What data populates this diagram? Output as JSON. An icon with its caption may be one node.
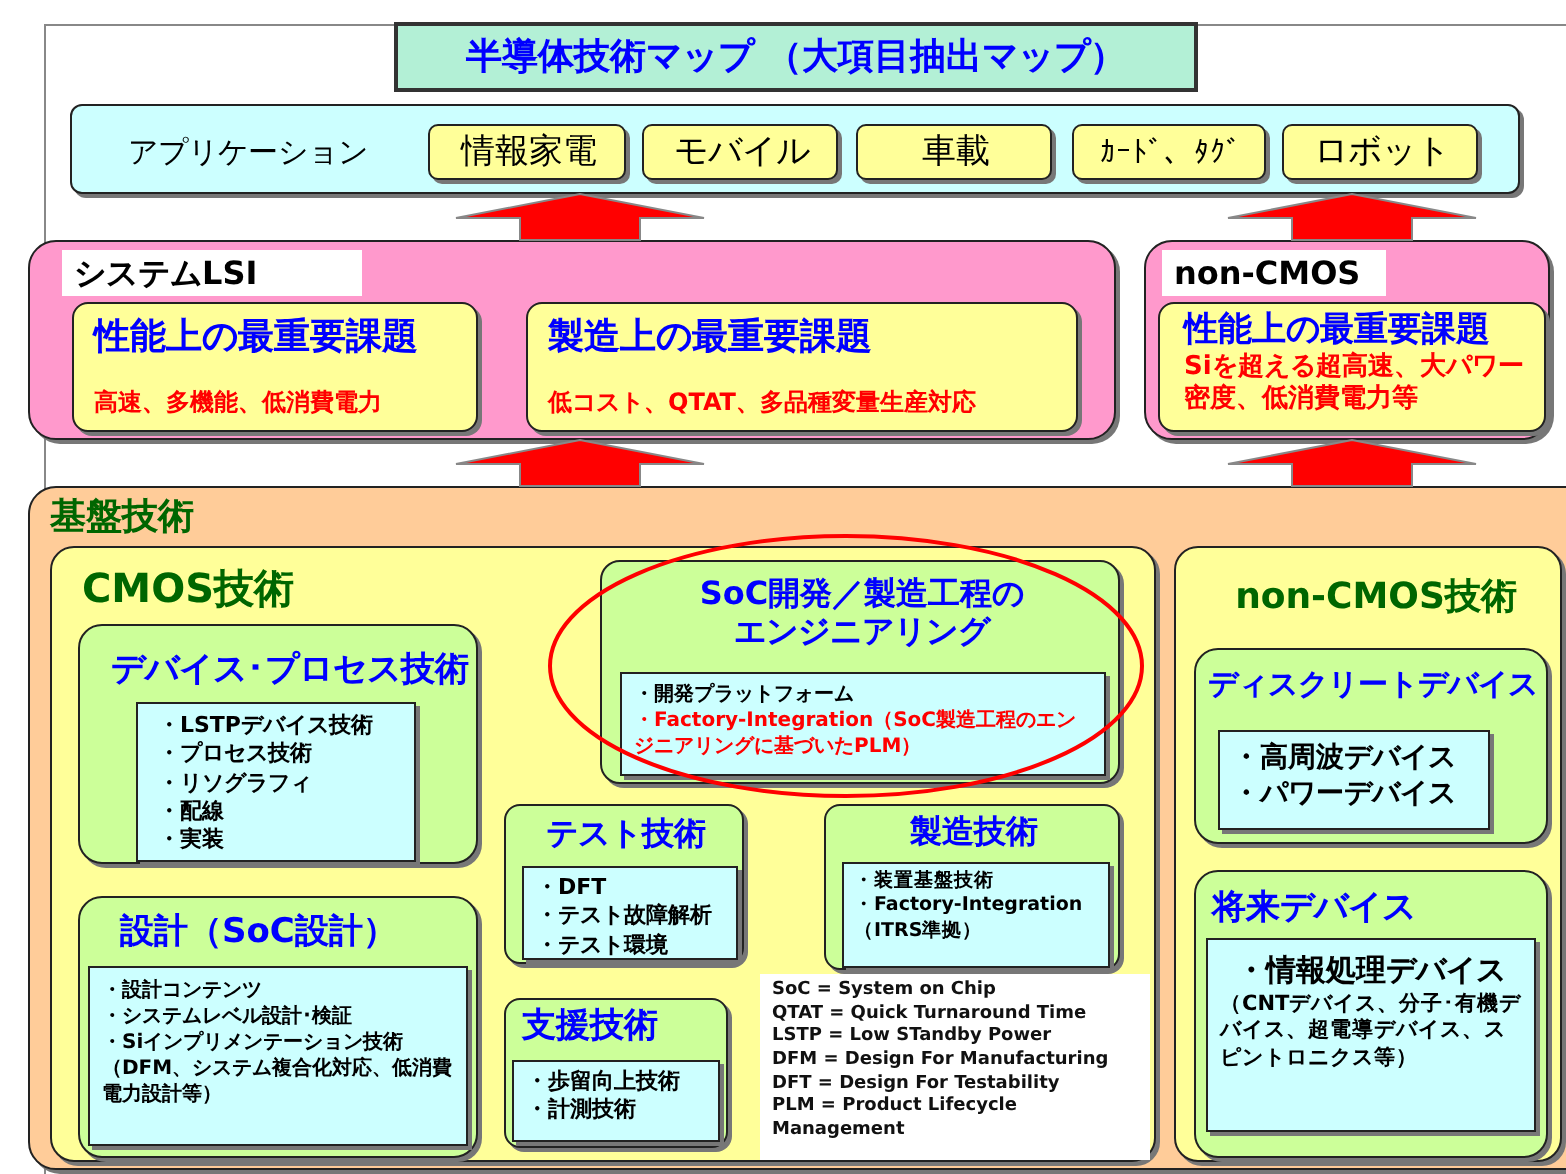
{
  "diagram": {
    "title": "半導体技術マップ （大項目抽出マップ）",
    "nodes": [
      {
        "text": [
          "アプリケーション"
        ]
      },
      {
        "text": [
          "情報家電"
        ],
        "in": 0
      },
      {
        "text": [
          "モバイル"
        ],
        "in": 0
      },
      {
        "text": [
          "車載"
        ],
        "in": 0
      },
      {
        "text": [
          "ｶｰﾄﾞ、ﾀｸﾞ"
        ],
        "in": 0
      },
      {
        "text": [
          "ロボット"
        ],
        "in": 0
      },
      {
        "text": [
          "システムLSI"
        ]
      },
      {
        "text": [
          "性能上の最重要課題",
          "高速、多機能、低消費電力"
        ],
        "in": 6
      },
      {
        "text": [
          "製造上の最重要課題",
          "低コスト、QTAT、多品種変量生産対応"
        ],
        "in": 6
      },
      {
        "text": [
          "non-CMOS"
        ]
      },
      {
        "text": [
          "性能上の最重要課題",
          "Siを超える超高速、大パワー密度、低消費電力等"
        ],
        "in": 9
      },
      {
        "text": [
          "基盤技術"
        ]
      },
      {
        "text": [
          "CMOS技術"
        ],
        "in": 11
      },
      {
        "text": [
          "SoC開発／製造工程のエンジニアリング"
        ],
        "in": 12
      },
      {
        "text": [
          "・開発プラットフォーム",
          "・Factory-Integration（SoC製造工程のエンジニアリングに基づいたPLM）"
        ],
        "in": 13
      },
      {
        "text": [
          "デバイス･プロセス技術"
        ],
        "in": 12
      },
      {
        "text": [
          "・LSTPデバイス技術",
          "・プロセス技術",
          "・リソグラフィ",
          "・配線",
          "・実装"
        ],
        "in": 15
      },
      {
        "text": [
          "テスト技術"
        ],
        "in": 12
      },
      {
        "text": [
          "・DFT",
          "・テスト故障解析",
          "・テスト環境"
        ],
        "in": 17
      },
      {
        "text": [
          "製造技術"
        ],
        "in": 12
      },
      {
        "text": [
          "・装置基盤技術",
          "・Factory-Integration（ITRS準拠）"
        ],
        "in": 19
      },
      {
        "text": [
          "設計（SoC設計）"
        ],
        "in": 12
      },
      {
        "text": [
          "・設計コンテンツ",
          "・システムレベル設計･検証",
          "・Siインプリメンテーション技術（DFM、システム複合化対応、低消費電力設計等）"
        ],
        "in": 21
      },
      {
        "text": [
          "支援技術"
        ],
        "in": 12
      },
      {
        "text": [
          "・歩留向上技術",
          "・計測技術"
        ],
        "in": 23
      },
      {
        "text": [
          "non-CMOS技術"
        ],
        "in": 11
      },
      {
        "text": [
          "ディスクリートデバイス"
        ],
        "in": 25
      },
      {
        "text": [
          "・高周波デバイス",
          "・パワーデバイス"
        ],
        "in": 26
      },
      {
        "text": [
          "将来デバイス"
        ],
        "in": 25
      },
      {
        "text": [
          "・情報処理デバイス",
          "（CNTデバイス、分子･有機デバイス、超電導デバイス、スピントロニクス等）"
        ],
        "in": 28
      }
    ],
    "edges": [
      {
        "from": 6,
        "to": 0,
        "arrow": "to",
        "style": "thick",
        "color": "#ff0000"
      },
      {
        "from": 9,
        "to": 0,
        "arrow": "to",
        "style": "thick",
        "color": "#ff0000"
      },
      {
        "from": 11,
        "to": 6,
        "arrow": "to",
        "style": "thick",
        "color": "#ff0000"
      },
      {
        "from": 11,
        "to": 9,
        "arrow": "to",
        "style": "thick",
        "color": "#ff0000"
      }
    ],
    "labels": [
      "SoC = System on Chip",
      "QTAT = Quick Turnaround Time",
      "LSTP = Low STandby Power",
      "DFM = Design For Manufacturing",
      "DFT = Design For Testability",
      "PLM = Product Lifecycle Management"
    ]
  }
}
